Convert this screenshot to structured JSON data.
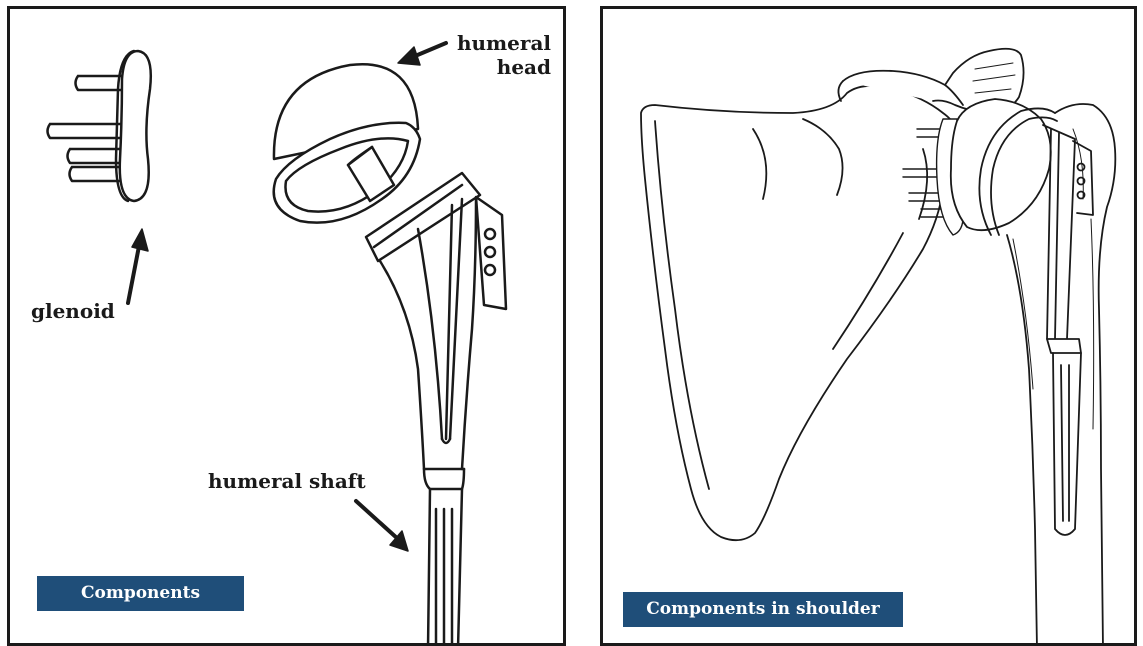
{
  "left_panel": {
    "labels": {
      "humeral_head": "humeral\nhead",
      "glenoid": "glenoid",
      "humeral_shaft": "humeral shaft"
    },
    "caption": "Components"
  },
  "right_panel": {
    "caption": "Components in shoulder"
  },
  "colors": {
    "caption_bg": "#1f4e79",
    "caption_text": "#ffffff",
    "line": "#1a1a1a"
  }
}
